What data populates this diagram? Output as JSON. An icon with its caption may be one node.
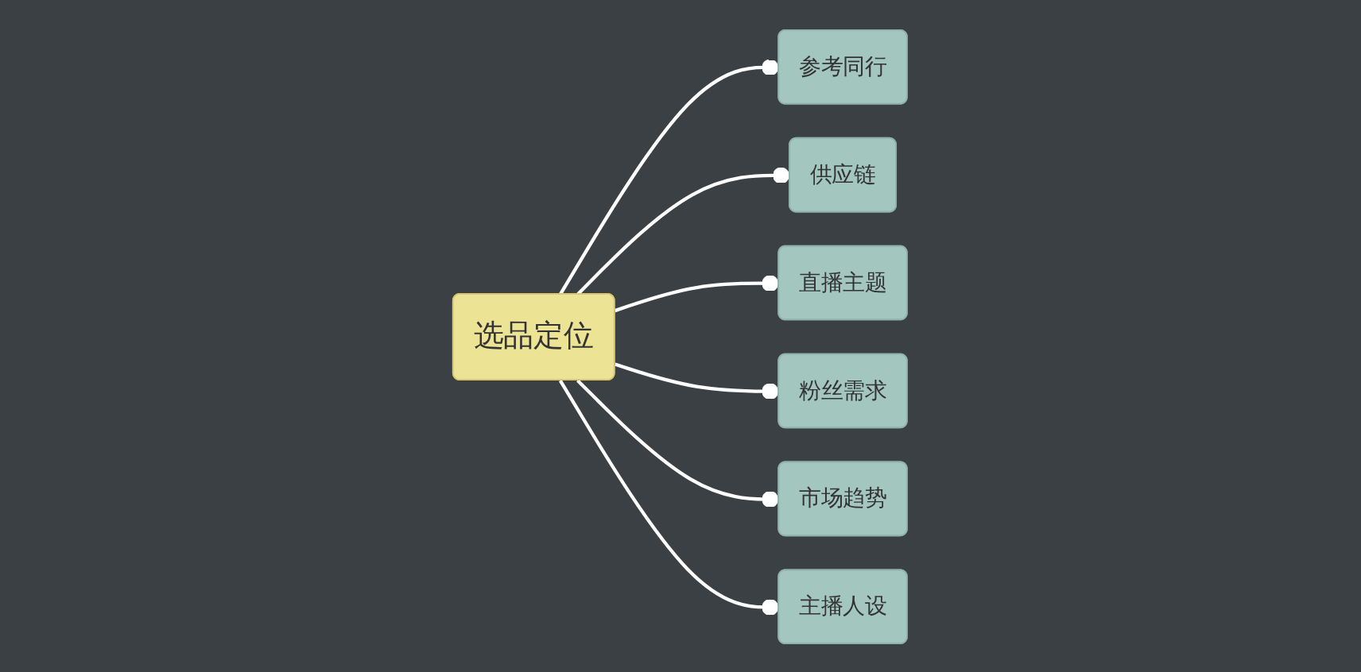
{
  "diagram": {
    "nodes": [
      {
        "text": [
          "选品定位"
        ]
      },
      {
        "text": [
          "参考同行"
        ]
      },
      {
        "text": [
          "供应链"
        ]
      },
      {
        "text": [
          "直播主题"
        ]
      },
      {
        "text": [
          "粉丝需求"
        ]
      },
      {
        "text": [
          "市场趋势"
        ]
      },
      {
        "text": [
          "主播人设"
        ]
      }
    ],
    "edges": [
      {
        "from": 0,
        "to": 1,
        "arrow": "other"
      },
      {
        "from": 0,
        "to": 2,
        "arrow": "other"
      },
      {
        "from": 0,
        "to": 3,
        "arrow": "other"
      },
      {
        "from": 0,
        "to": 4,
        "arrow": "other"
      },
      {
        "from": 0,
        "to": 5,
        "arrow": "other"
      },
      {
        "from": 0,
        "to": 6,
        "arrow": "other"
      }
    ]
  }
}
